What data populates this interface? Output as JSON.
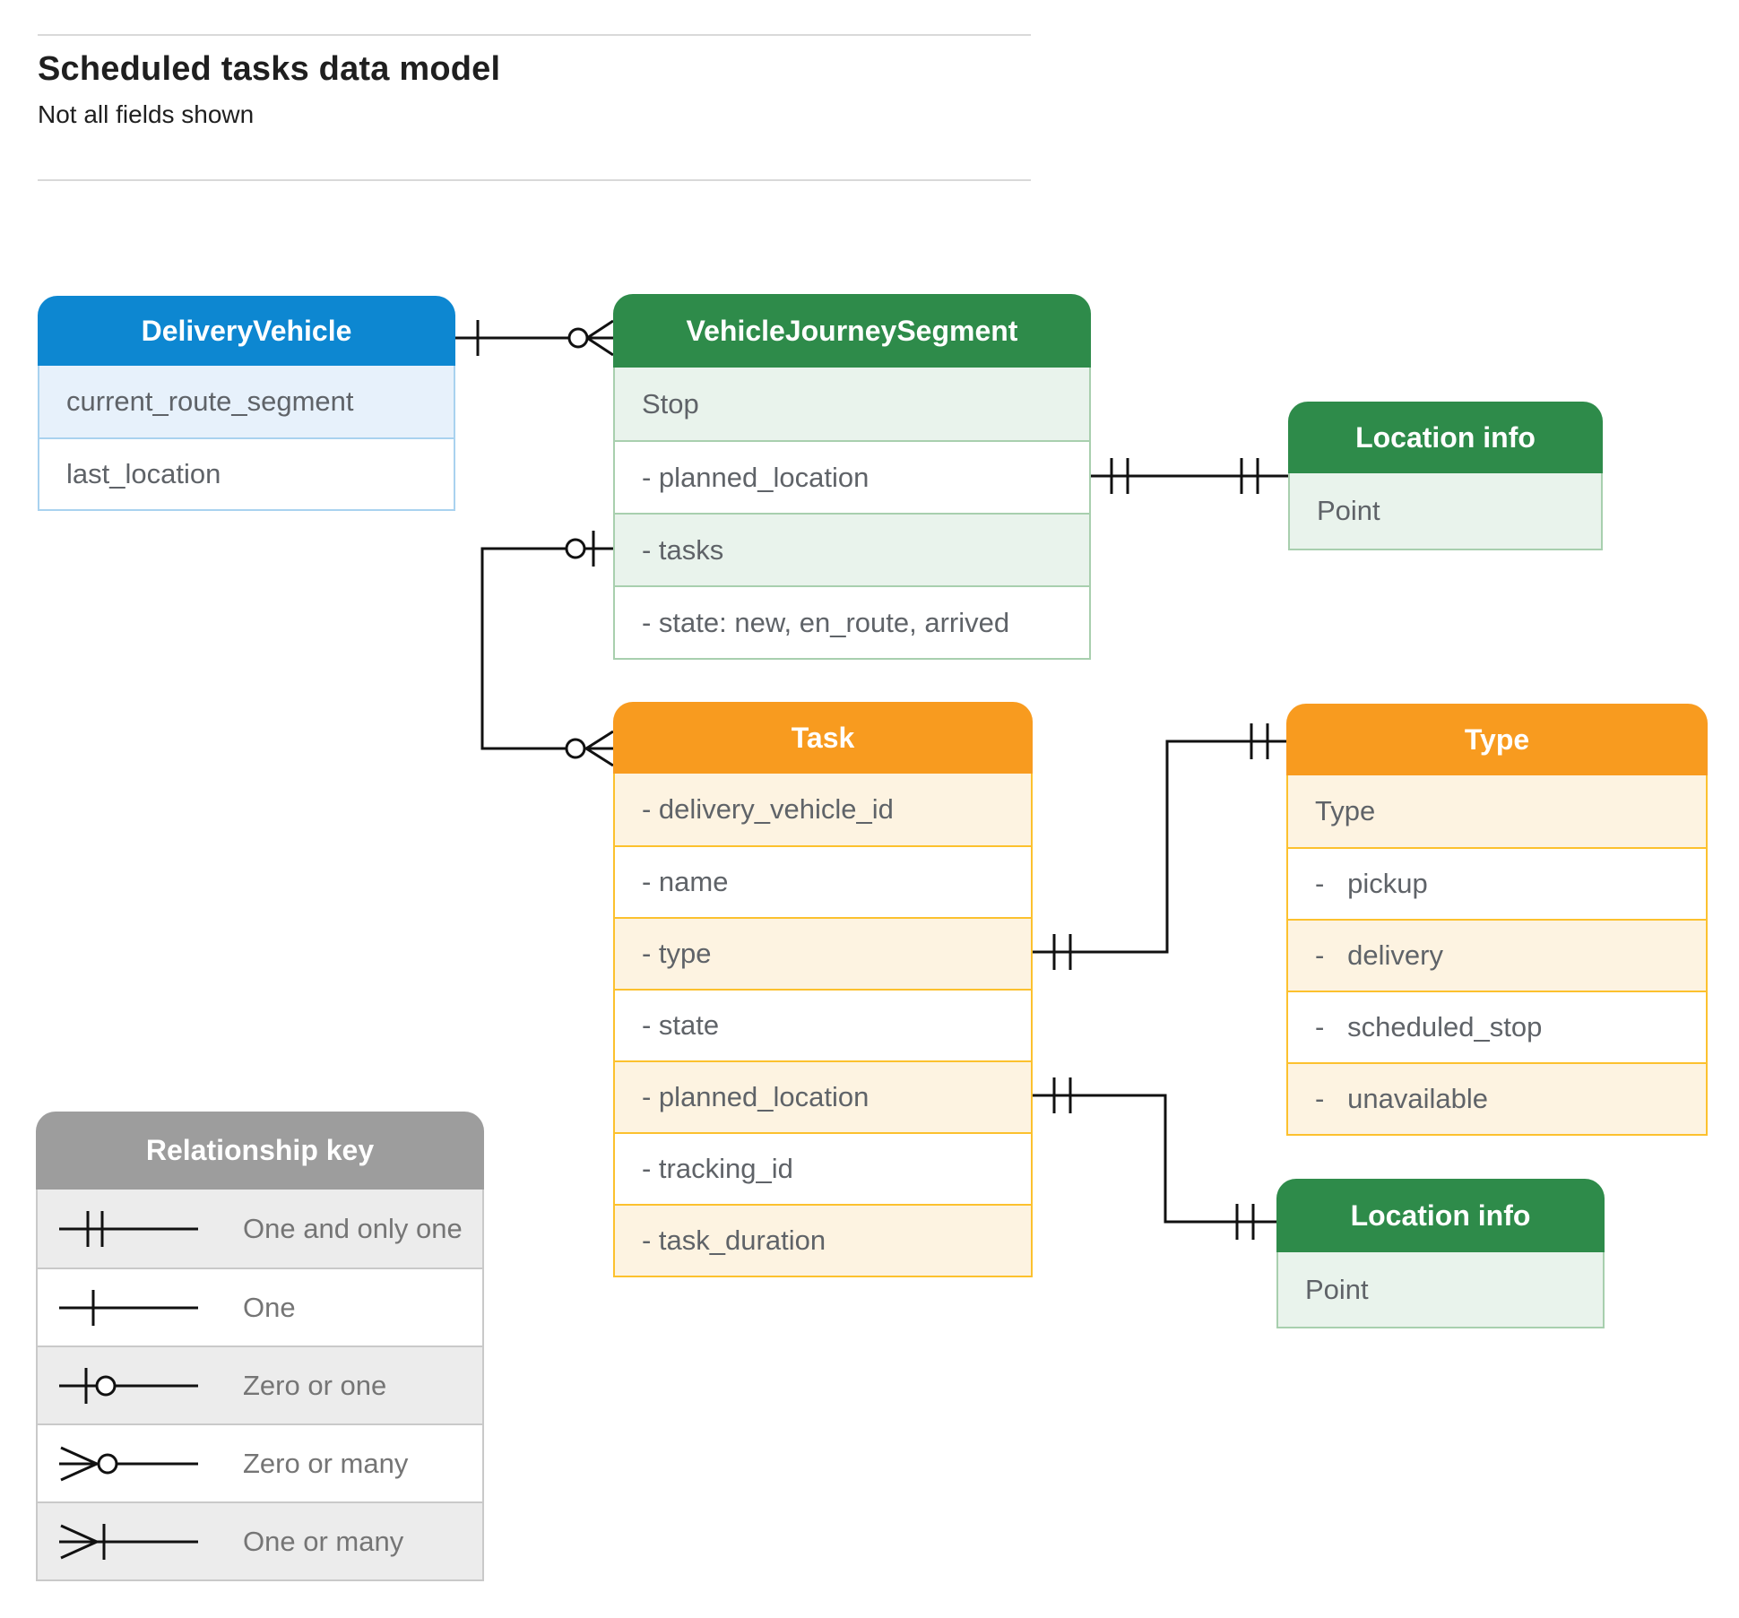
{
  "title": "Scheduled tasks data model",
  "subtitle": "Not all fields shown",
  "colors": {
    "blue": "#0d87d1",
    "blue_tint": "#e7f1fb",
    "blue_border": "#a9d2ef",
    "green": "#2e8b4a",
    "green_tint": "#e9f3ec",
    "green_border": "#a8cfae",
    "orange": "#f89b1f",
    "orange_tint": "#fdf3e1",
    "orange_border": "#fcc12e",
    "gray": "#9d9d9d",
    "gray_tint": "#ececec",
    "gray_border": "#c9c9c9",
    "field_text": "#5f6368",
    "legend_text": "#757575",
    "connector": "#111111"
  },
  "entities": {
    "delivery_vehicle": {
      "title": "DeliveryVehicle",
      "fields": [
        {
          "label": "current_route_segment"
        },
        {
          "label": "last_location"
        }
      ]
    },
    "vehicle_journey_segment": {
      "title": "VehicleJourneySegment",
      "fields": [
        {
          "label": "Stop"
        },
        {
          "label": "- planned_location"
        },
        {
          "label": "- tasks"
        },
        {
          "label": "- state: new, en_route, arrived"
        }
      ]
    },
    "location_info_top": {
      "title": "Location info",
      "fields": [
        {
          "label": "Point"
        }
      ]
    },
    "task": {
      "title": "Task",
      "fields": [
        {
          "label": "- delivery_vehicle_id"
        },
        {
          "label": "- name"
        },
        {
          "label": "- type"
        },
        {
          "label": "- state"
        },
        {
          "label": "- planned_location"
        },
        {
          "label": "- tracking_id"
        },
        {
          "label": "- task_duration"
        }
      ]
    },
    "type": {
      "title": "Type",
      "fields": [
        {
          "label": "Type"
        },
        {
          "label": "-   pickup"
        },
        {
          "label": "-   delivery"
        },
        {
          "label": "-   scheduled_stop"
        },
        {
          "label": "-   unavailable"
        }
      ]
    },
    "location_info_bottom": {
      "title": "Location info",
      "fields": [
        {
          "label": "Point"
        }
      ]
    }
  },
  "legend": {
    "title": "Relationship key",
    "items": [
      {
        "symbol": "one-and-only-one",
        "label": "One and only one"
      },
      {
        "symbol": "one",
        "label": "One"
      },
      {
        "symbol": "zero-or-one",
        "label": "Zero or one"
      },
      {
        "symbol": "zero-or-many",
        "label": "Zero or many"
      },
      {
        "symbol": "one-or-many",
        "label": "One or many"
      }
    ]
  },
  "relationships": [
    {
      "from": "DeliveryVehicle",
      "to": "VehicleJourneySegment",
      "from_cardinality": "one",
      "to_cardinality": "zero-or-many"
    },
    {
      "from": "VehicleJourneySegment.tasks",
      "to": "Task",
      "from_cardinality": "zero-or-one",
      "to_cardinality": "zero-or-many"
    },
    {
      "from": "VehicleJourneySegment.planned_location",
      "to": "Location info",
      "from_cardinality": "one-and-only-one",
      "to_cardinality": "one-and-only-one"
    },
    {
      "from": "Task.type",
      "to": "Type",
      "from_cardinality": "one-and-only-one",
      "to_cardinality": "one-and-only-one"
    },
    {
      "from": "Task.planned_location",
      "to": "Location info",
      "from_cardinality": "one-and-only-one",
      "to_cardinality": "one-and-only-one"
    }
  ]
}
